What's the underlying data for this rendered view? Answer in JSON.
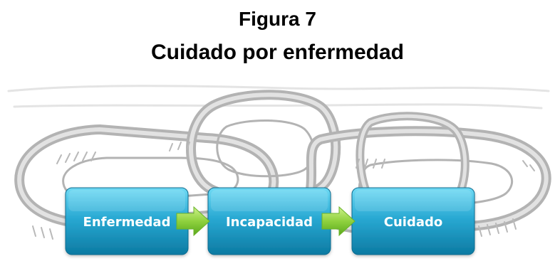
{
  "figure": {
    "number": "Figura 7",
    "title": "Cuidado por enfermedad"
  },
  "flow": {
    "steps": [
      {
        "label": "Enfermedad"
      },
      {
        "label": "Incapacidad"
      },
      {
        "label": "Cuidado"
      }
    ]
  },
  "colors": {
    "box_top": "#5ad0ef",
    "box_bottom": "#0f7ea6",
    "box_border": "#0b6d91",
    "arrow_top": "#b9ec6a",
    "arrow_bottom": "#5fae1f",
    "chain": "#b8b8b8",
    "chain_inner": "#d9d9d9"
  }
}
